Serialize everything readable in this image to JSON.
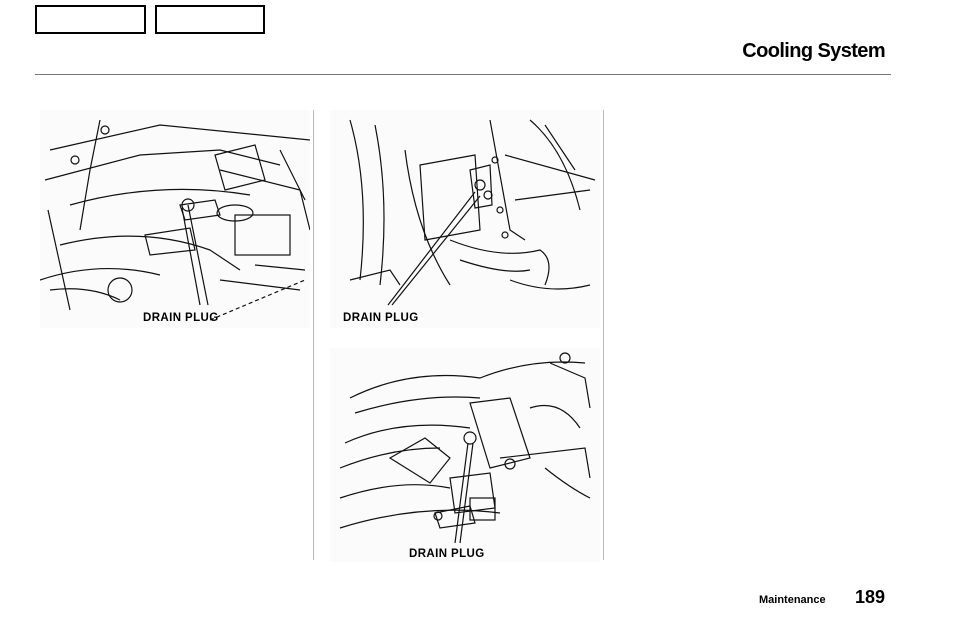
{
  "header": {
    "nav_buttons": [
      {
        "label": ""
      },
      {
        "label": ""
      }
    ],
    "title": "Cooling System"
  },
  "figures": [
    {
      "caption": "DRAIN PLUG"
    },
    {
      "caption": "DRAIN PLUG"
    },
    {
      "caption": "DRAIN PLUG"
    }
  ],
  "footer": {
    "section": "Maintenance",
    "page_number": "189"
  }
}
